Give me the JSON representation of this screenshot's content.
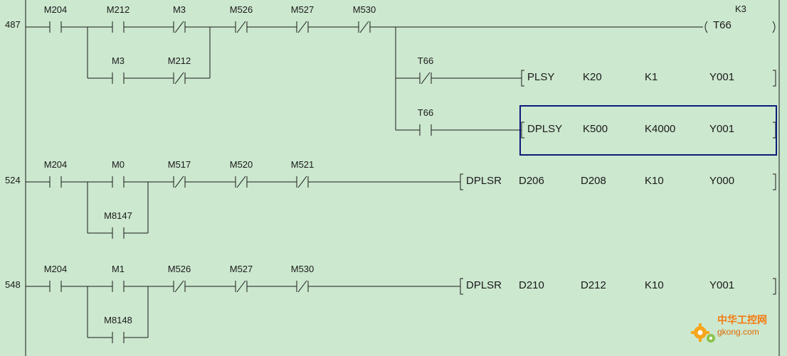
{
  "rungs": [
    {
      "step": "487",
      "contacts": [
        "M204",
        "M212",
        "M3",
        "M526",
        "M527",
        "M530"
      ],
      "branch": [
        "M3",
        "M212"
      ],
      "coil": {
        "name": "T66",
        "setting": "K3"
      },
      "outputs": [
        {
          "contact": "T66",
          "instr": "PLSY",
          "ops": [
            "K20",
            "K1",
            "Y001"
          ]
        },
        {
          "contact": "T66",
          "instr": "DPLSY",
          "ops": [
            "K500",
            "K4000",
            "Y001"
          ]
        }
      ]
    },
    {
      "step": "524",
      "contacts": [
        "M204",
        "M0",
        "M517",
        "M520",
        "M521"
      ],
      "branch": [
        "M8147"
      ],
      "instr": "DPLSR",
      "ops": [
        "D206",
        "D208",
        "K10",
        "Y000"
      ]
    },
    {
      "step": "548",
      "contacts": [
        "M204",
        "M1",
        "M526",
        "M527",
        "M530"
      ],
      "branch": [
        "M8148"
      ],
      "instr": "DPLSR",
      "ops": [
        "D210",
        "D212",
        "K10",
        "Y001"
      ]
    }
  ],
  "watermark": {
    "cn": "中华工控网",
    "site": "gkong.com"
  },
  "colors": {
    "background": "#cce8cf",
    "line": "#1a1a1a",
    "selection": "#0b1a7a",
    "watermark": "#f47a10"
  }
}
